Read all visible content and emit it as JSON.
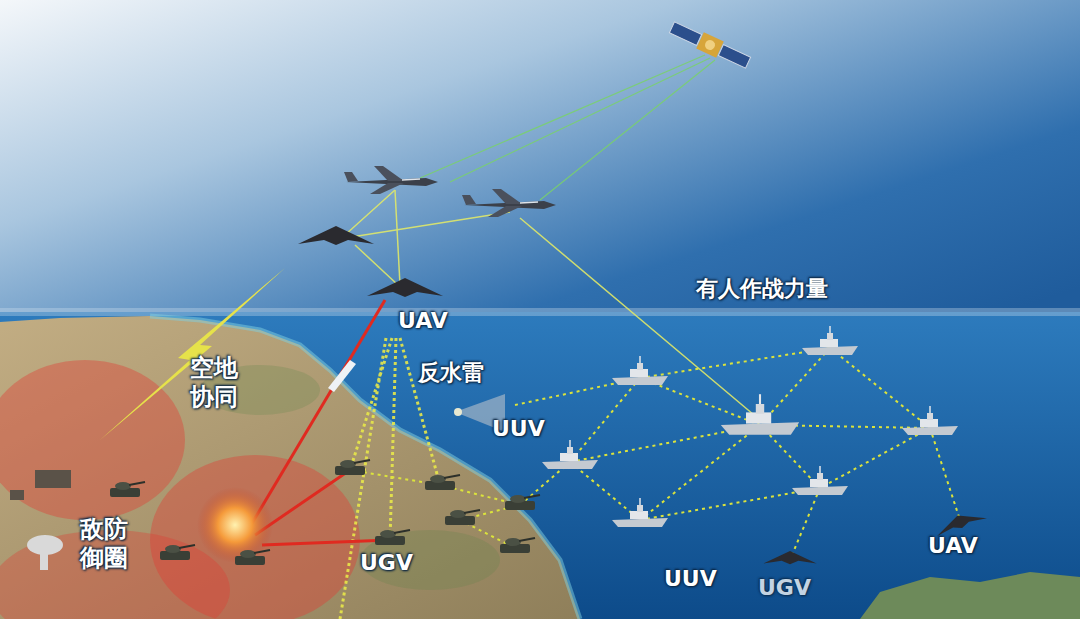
{
  "diagram": {
    "labels": [
      "UAV",
      "空地协同",
      "反水雷",
      "UUV",
      "有人作战力量",
      "敌防御圈",
      "UGV",
      "UUV",
      "UGV",
      "UAV"
    ]
  }
}
